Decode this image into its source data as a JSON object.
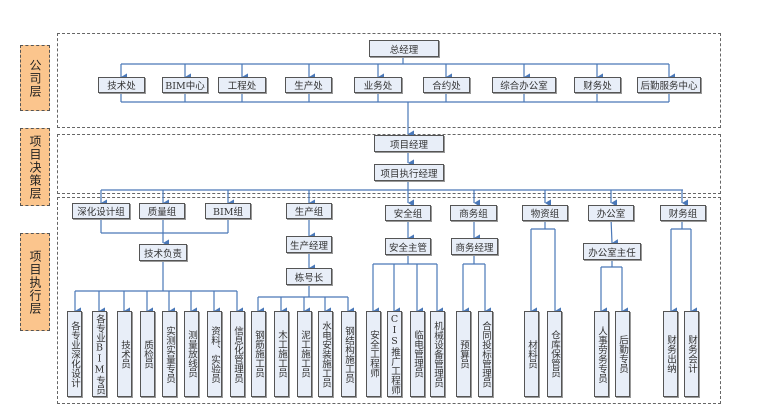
{
  "layers": {
    "company": "公司层",
    "decision": "项目决策层",
    "execution": "项目执行层"
  },
  "company": {
    "top": "总经理",
    "departments": [
      "技术处",
      "BIM中心",
      "工程处",
      "生产处",
      "业务处",
      "合约处",
      "综合办公室",
      "财务处",
      "后勤服务中心"
    ]
  },
  "decision": {
    "project_manager": "项目经理",
    "executive_manager": "项目执行经理"
  },
  "execution": {
    "groups": [
      "深化设计组",
      "质量组",
      "BIM组",
      "生产组",
      "安全组",
      "商务组",
      "物资组",
      "办公室",
      "财务组"
    ],
    "tech_lead": "技术负责",
    "tech_staff": [
      "各专业深化设计",
      "各专业BIM专员",
      "技术员",
      "质检员",
      "实测实量专员",
      "测量放线员",
      "资料、实验员",
      "信息化管理员"
    ],
    "production_manager": "生产经理",
    "building_leader": "栋号长",
    "production_staff": [
      "钢筋施工员",
      "木工施工员",
      "泥工施工员",
      "水电安装施工员",
      "钢结构施工员"
    ],
    "safety_supervisor": "安全主管",
    "safety_staff": [
      "安全工程师",
      "CIS推广工程师",
      "临电管理员",
      "机械设备管理员"
    ],
    "business_manager": "商务经理",
    "business_staff": [
      "预算员",
      "合同投标管理员"
    ],
    "material_staff": [
      "材料员",
      "仓库保管员"
    ],
    "office_director": "办公室主任",
    "office_staff": [
      "人事劳务专员",
      "后勤专员"
    ],
    "finance_staff": [
      "财务出纳",
      "财务会计"
    ]
  },
  "colors": {
    "layer_label": "#fbc58d",
    "box_fill": "#e8eef8",
    "connector": "#4a78b8"
  }
}
